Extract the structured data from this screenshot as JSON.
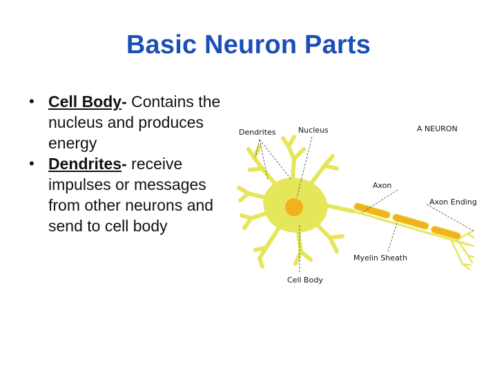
{
  "slide": {
    "title": "Basic Neuron Parts",
    "bullets": [
      {
        "term": "Cell Body",
        "sep": "- ",
        "text": "Contains the nucleus and produces energy"
      },
      {
        "term": "Dendrites",
        "sep": "- ",
        "text": "receive impulses or messages from other neurons and send to cell body"
      }
    ]
  },
  "diagram": {
    "heading": "A NEURON",
    "labels": {
      "dendrites": "Dendrites",
      "nucleus": "Nucleus",
      "axon": "Axon",
      "axon_ending": "Axon Ending",
      "myelin_sheath": "Myelin Sheath",
      "cell_body": "Cell Body"
    },
    "colors": {
      "neuron": "#e6e65a",
      "nucleus": "#f2b21c",
      "myelin": "#f2b21c"
    }
  }
}
